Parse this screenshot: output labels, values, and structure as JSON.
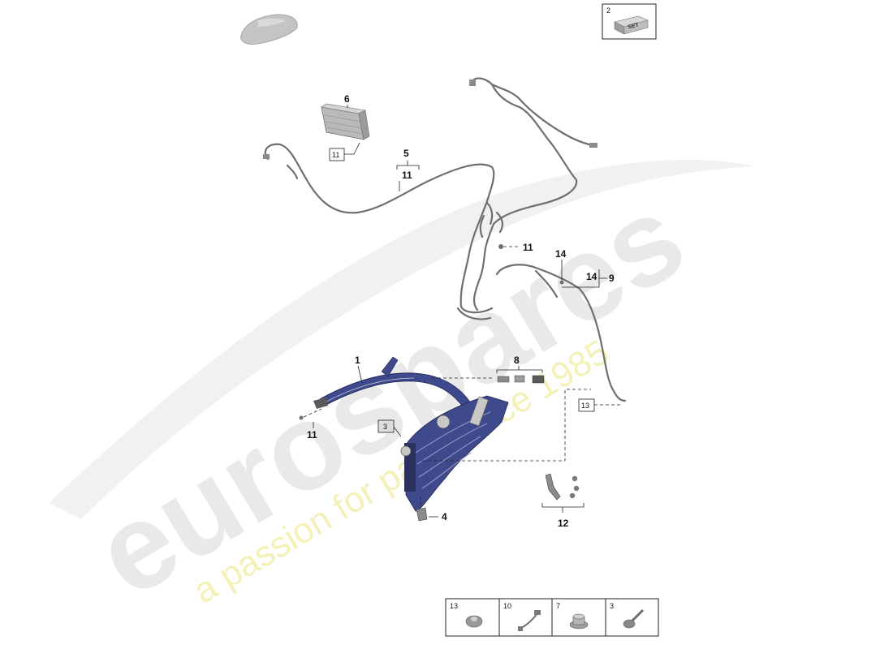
{
  "watermark": {
    "brand": "eurospares",
    "tagline": "a passion for parts since 1985"
  },
  "callouts": {
    "set_number": "2",
    "set_icon": "SET",
    "part_1": "1",
    "part_3": "3",
    "part_4": "4",
    "part_5": "5",
    "part_6": "6",
    "part_8": "8",
    "part_9": "9",
    "part_11": "11",
    "part_12": "12",
    "part_13": "13",
    "part_14": "14"
  },
  "legend": [
    {
      "number": "13",
      "icon": "nut-icon"
    },
    {
      "number": "10",
      "icon": "wire-clip-icon"
    },
    {
      "number": "7",
      "icon": "flange-nut-icon"
    },
    {
      "number": "3",
      "icon": "bolt-icon"
    }
  ],
  "colors": {
    "part_blue": "#3f4a8c",
    "wire_gray": "#6f6f6f",
    "watermark_gray": "#e9e9e9",
    "watermark_yellow": "#f4f1b8"
  }
}
